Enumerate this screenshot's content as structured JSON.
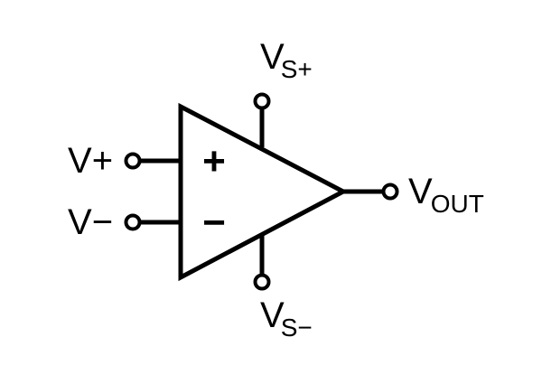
{
  "diagram": {
    "labels": {
      "v_plus": {
        "main": "V",
        "suffix": "+"
      },
      "v_minus": {
        "main": "V",
        "suffix": "−"
      },
      "v_supply_pos": {
        "main": "V",
        "sub": "S+"
      },
      "v_supply_neg": {
        "main": "V",
        "sub": "S−"
      },
      "v_out": {
        "main": "V",
        "sub": "OUT"
      }
    },
    "symbols": {
      "non_inverting": "+",
      "inverting": "−"
    },
    "colors": {
      "stroke": "#000000",
      "background": "#ffffff"
    }
  }
}
